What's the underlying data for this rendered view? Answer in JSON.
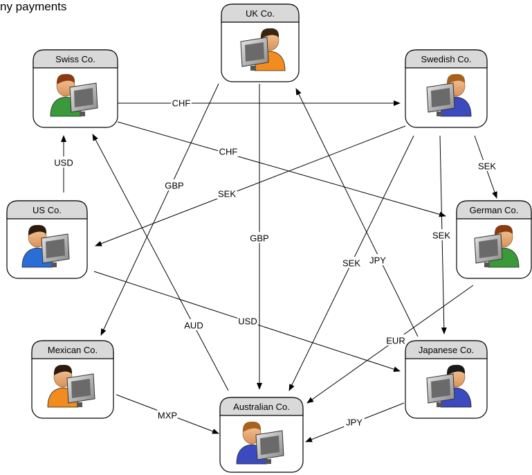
{
  "title": "ny payments",
  "nodes": [
    {
      "id": "uk",
      "label": "UK Co."
    },
    {
      "id": "swiss",
      "label": "Swiss Co."
    },
    {
      "id": "swedish",
      "label": "Swedish Co."
    },
    {
      "id": "us",
      "label": "US Co."
    },
    {
      "id": "german",
      "label": "German Co."
    },
    {
      "id": "mexican",
      "label": "Mexican Co."
    },
    {
      "id": "japanese",
      "label": "Japanese Co."
    },
    {
      "id": "australian",
      "label": "Australian Co."
    }
  ],
  "edges": [
    {
      "from": "swiss",
      "to": "swedish",
      "label": "CHF"
    },
    {
      "from": "swiss",
      "to": "german",
      "label": "CHF"
    },
    {
      "from": "us",
      "to": "swiss",
      "label": "USD"
    },
    {
      "from": "uk",
      "to": "mexican",
      "label": "GBP"
    },
    {
      "from": "uk",
      "to": "australian",
      "label": "GBP"
    },
    {
      "from": "swedish",
      "to": "us",
      "label": "SEK"
    },
    {
      "from": "swedish",
      "to": "german",
      "label": "SEK"
    },
    {
      "from": "swedish",
      "to": "japanese",
      "label": "SEK"
    },
    {
      "from": "swedish",
      "to": "australian",
      "label": "SEK"
    },
    {
      "from": "japanese",
      "to": "uk",
      "label": "JPY"
    },
    {
      "from": "japanese",
      "to": "australian",
      "label": "JPY"
    },
    {
      "from": "australian",
      "to": "swiss",
      "label": "AUD"
    },
    {
      "from": "us",
      "to": "japanese",
      "label": "USD"
    },
    {
      "from": "german",
      "to": "australian",
      "label": "EUR"
    },
    {
      "from": "mexican",
      "to": "australian",
      "label": "MXP"
    }
  ]
}
